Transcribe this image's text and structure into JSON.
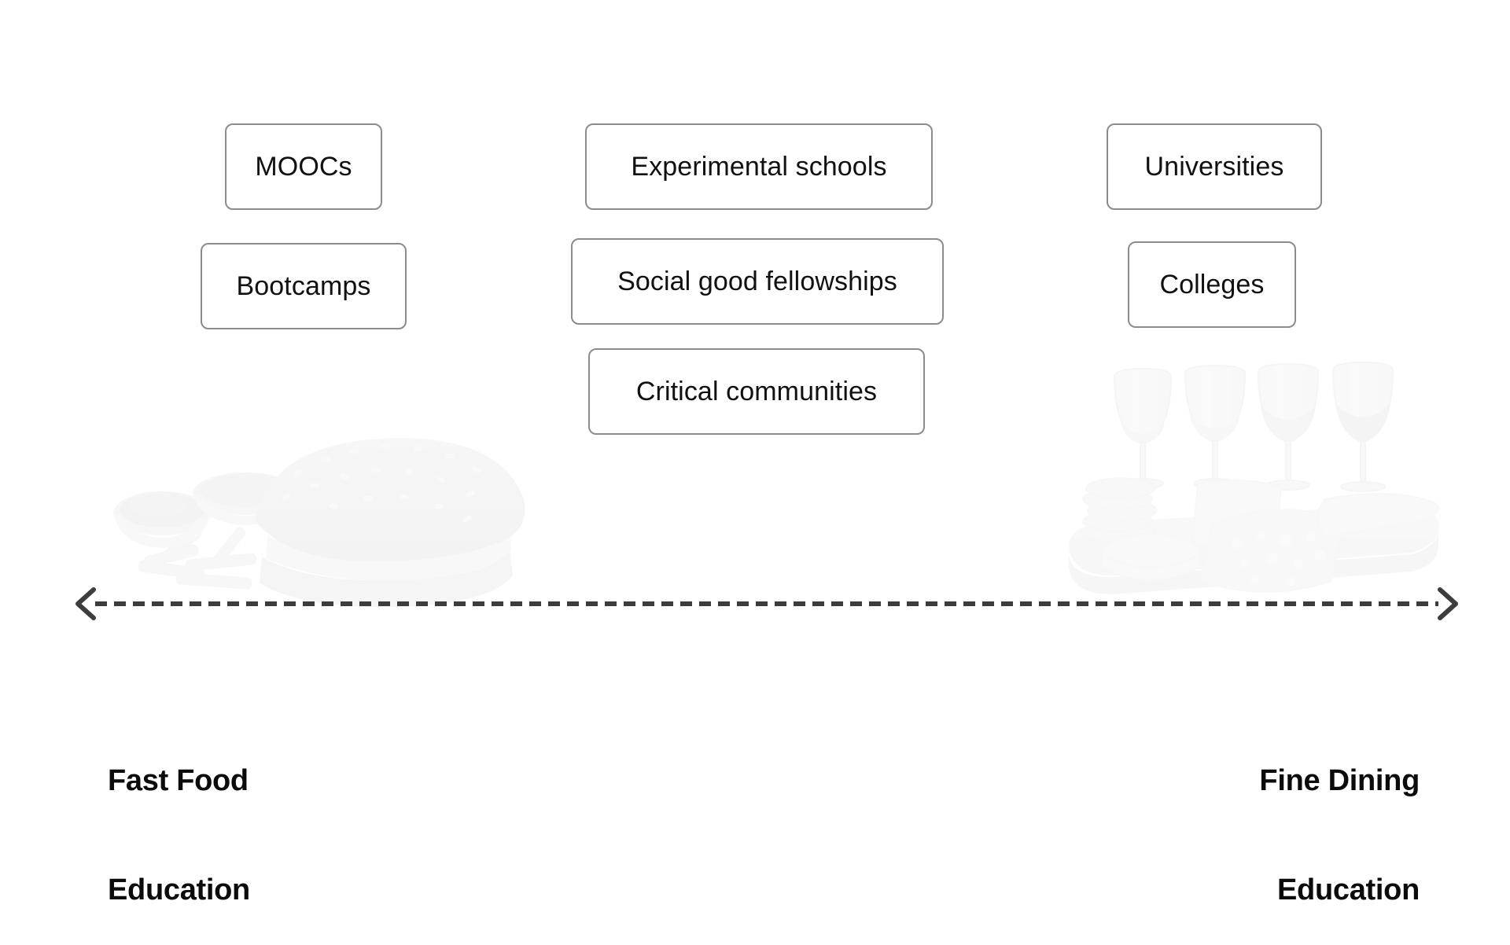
{
  "diagram": {
    "type": "spectrum-diagram",
    "axis": {
      "style": "dashed double-headed arrow",
      "left_arrow_icon": "chevron-left-icon",
      "right_arrow_icon": "chevron-right-icon",
      "color": "#3d3d3d"
    },
    "poles": {
      "left": {
        "line1": "Fast Food",
        "line2": "Education"
      },
      "right": {
        "line1": "Fine Dining",
        "line2": "Education"
      }
    },
    "columns": [
      {
        "position": "left",
        "items": [
          {
            "label": "MOOCs"
          },
          {
            "label": "Bootcamps"
          }
        ]
      },
      {
        "position": "middle",
        "items": [
          {
            "label": "Experimental schools"
          },
          {
            "label": "Social good fellowships"
          },
          {
            "label": "Critical communities"
          }
        ]
      },
      {
        "position": "right",
        "items": [
          {
            "label": "Universities"
          },
          {
            "label": "Colleges"
          }
        ]
      }
    ],
    "images": [
      {
        "name": "fast-food-photo",
        "alt": "Faded photo of a sesame bun sandwich with dipping sauce bowls and fries"
      },
      {
        "name": "fine-dining-photo",
        "alt": "Faded photo of a wine tasting board with four wine glasses, cheeses and crackers"
      }
    ],
    "colors": {
      "box_border": "#8c8c8c",
      "text": "#111111",
      "axis": "#3d3d3d",
      "background": "#ffffff"
    }
  }
}
